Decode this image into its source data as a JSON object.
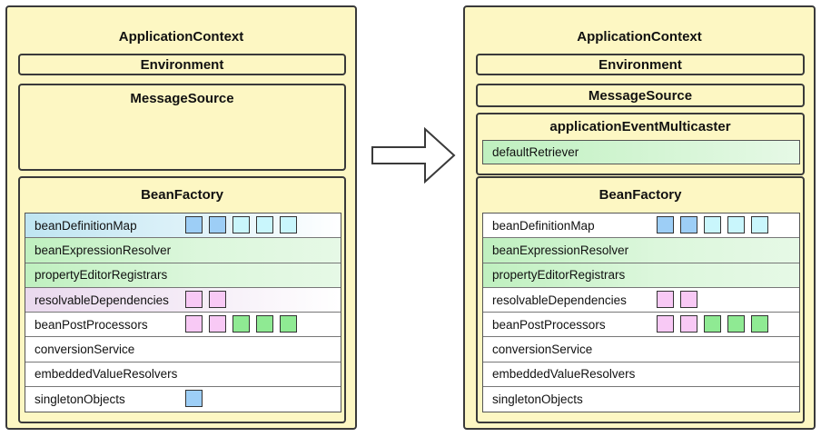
{
  "left": {
    "title": "ApplicationContext",
    "environment": "Environment",
    "message_source": "MessageSource",
    "bean_factory": "BeanFactory",
    "rows": [
      {
        "label": "beanDefinitionMap",
        "bg": "blue",
        "chips": [
          "blue",
          "blue",
          "cyan",
          "cyan",
          "cyan"
        ]
      },
      {
        "label": "beanExpressionResolver",
        "bg": "green",
        "chips": []
      },
      {
        "label": "propertyEditorRegistrars",
        "bg": "green",
        "chips": []
      },
      {
        "label": "resolvableDependencies",
        "bg": "pink",
        "chips": [
          "pink",
          "pink"
        ]
      },
      {
        "label": "beanPostProcessors",
        "bg": "white",
        "chips": [
          "pink",
          "pink",
          "green",
          "green",
          "green"
        ]
      },
      {
        "label": "conversionService",
        "bg": "white",
        "chips": []
      },
      {
        "label": "embeddedValueResolvers",
        "bg": "white",
        "chips": []
      },
      {
        "label": "singletonObjects",
        "bg": "white",
        "chips": [
          "blue"
        ]
      }
    ]
  },
  "right": {
    "title": "ApplicationContext",
    "environment": "Environment",
    "message_source": "MessageSource",
    "multicaster": "applicationEventMulticaster",
    "retriever": "defaultRetriever",
    "bean_factory": "BeanFactory",
    "rows": [
      {
        "label": "beanDefinitionMap",
        "bg": "white",
        "chips": [
          "blue",
          "blue",
          "cyan",
          "cyan",
          "cyan"
        ]
      },
      {
        "label": "beanExpressionResolver",
        "bg": "green",
        "chips": []
      },
      {
        "label": "propertyEditorRegistrars",
        "bg": "green",
        "chips": []
      },
      {
        "label": "resolvableDependencies",
        "bg": "white",
        "chips": [
          "pink",
          "pink"
        ]
      },
      {
        "label": "beanPostProcessors",
        "bg": "white",
        "chips": [
          "pink",
          "pink",
          "green",
          "green",
          "green"
        ]
      },
      {
        "label": "conversionService",
        "bg": "white",
        "chips": []
      },
      {
        "label": "embeddedValueResolvers",
        "bg": "white",
        "chips": []
      },
      {
        "label": "singletonObjects",
        "bg": "white",
        "chips": []
      }
    ]
  },
  "colors": {
    "panel": "#fdf7c3",
    "chip_blue": "#9dcef6",
    "chip_cyan": "#c9f6fc",
    "chip_pink": "#f8c9f5",
    "chip_green": "#8fea93"
  },
  "arrow_icon": "right-arrow-icon"
}
